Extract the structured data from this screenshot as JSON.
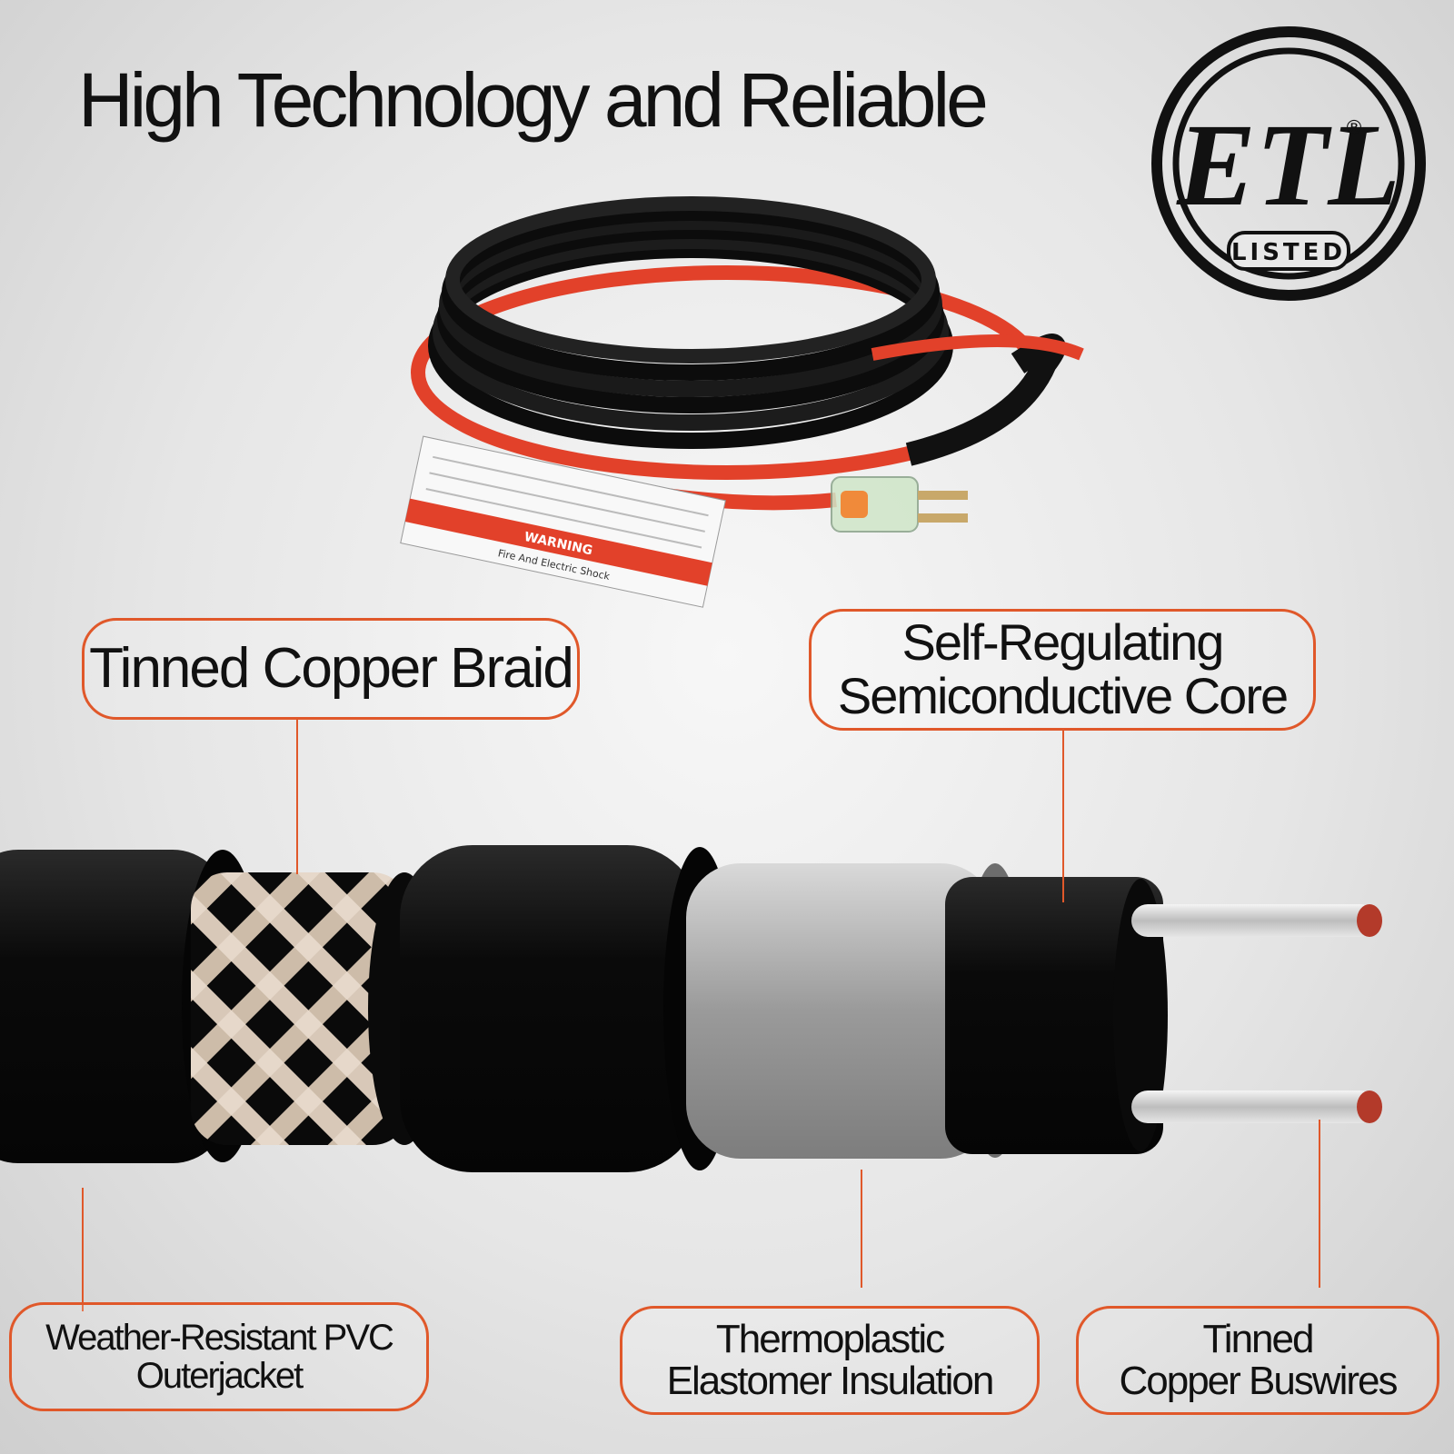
{
  "headline": "High Technology and Reliable",
  "badge": {
    "letters": "ETL",
    "registered": "®",
    "caption": "LISTED"
  },
  "product": {
    "warning_label": "WARNING",
    "warning_subtitle": "Fire And Electric Shock",
    "accent_color": "#e0582a",
    "cable_color": "#0c0c0c",
    "lead_color": "#e2412a"
  },
  "callouts": {
    "braid": "Tinned Copper Braid",
    "core": "Self-Regulating\nSemiconductive Core",
    "jacket": "Weather-Resistant PVC\nOuterjacket",
    "insulation": "Thermoplastic\nElastomer Insulation",
    "buswires": "Tinned\nCopper Buswires"
  }
}
